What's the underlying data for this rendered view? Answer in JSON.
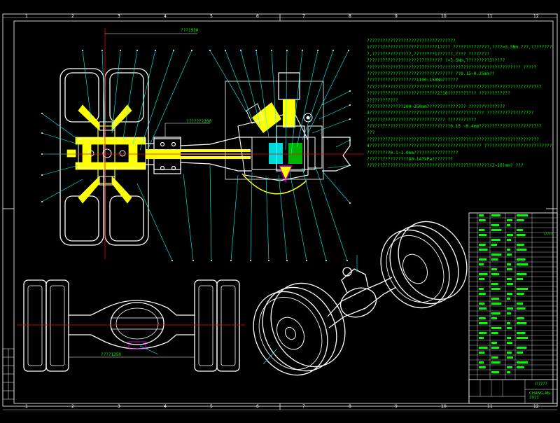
{
  "drawing": {
    "notes": [
      "??????????????????????????????????",
      "1??????????????????????????1???? ??????????????,????=3.5Nm.???,????????",
      "?,???????????????,????????1??????,????  ????????",
      "     ?????????????????????????????  ?=3.5Nm,?????????3?????",
      "     ???????????????????????????????????????????????????????????  ?????",
      "     ????????????????????????????????? ??0.15~0.25mm??",
      "     ???????????????????1100~150Nm??????",
      "???????????????????????????????????????????????????????????????????",
      "???????????????????????????2?10???????????  ????????????",
      "2???????????",
      "     ??????????????200~350mm???????????????  ??????????????",
      "3????????????????????????????????????????????  ??????????????????",
      "??????????????????????????????  ???????????",
      "     ????????????????????????????????0.15 ~0.4mm????????????????????????",
      "???",
      "     ??????????????????????????????????????????????????????????????????",
      "4???????????????????????????????????????????  ???????????????????????????",
      "?????????0.1~1.0mm?????????????????",
      "     ????????????????80~147kPa????????",
      "???????????????????????????????????????????????(2~10)mm? ???"
    ],
    "dimensions": {
      "top": "???1930",
      "middle": "???????200",
      "bottom": "????1350"
    },
    "title_block": {
      "name": "?????",
      "title": "Ⅰ?????",
      "code": "CHANG-AN-2011"
    },
    "border_numbers_top": [
      "1",
      "2",
      "3",
      "4",
      "5",
      "6",
      "7",
      "8",
      "9",
      "10",
      "11",
      "12"
    ],
    "border_numbers_bottom": [
      "1",
      "2",
      "3",
      "4",
      "5",
      "6",
      "7",
      "8",
      "9",
      "10",
      "11",
      "12"
    ],
    "colors": {
      "background": "#000000",
      "outline": "#ffffff",
      "leader": "#00ffff",
      "part_fill": "#ffff00",
      "text": "#00ff00",
      "center_line": "#ff0000",
      "hatch": "#ff00ff"
    }
  }
}
